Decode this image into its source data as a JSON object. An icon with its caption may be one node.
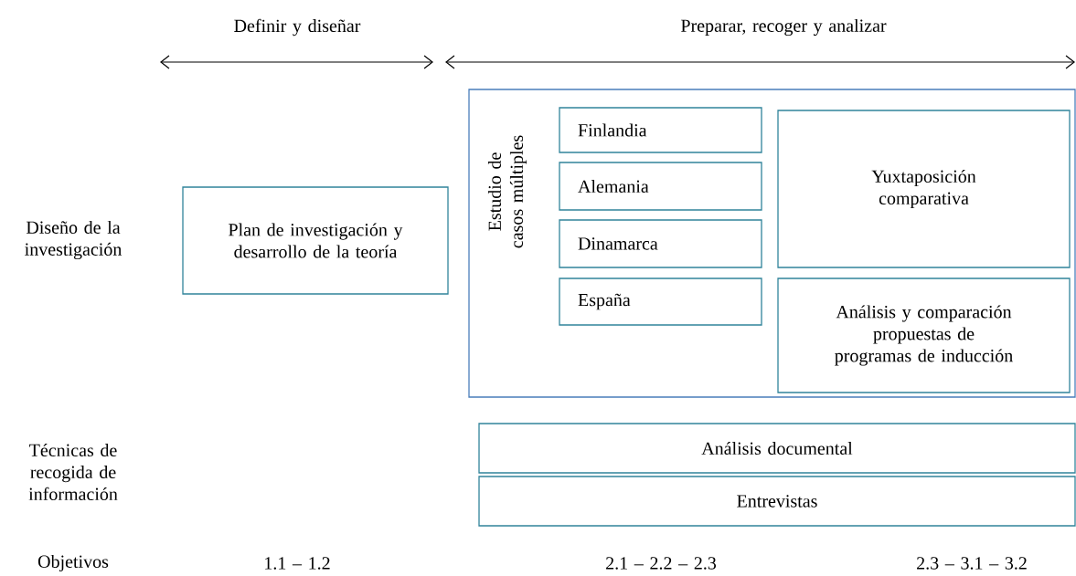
{
  "diagram": {
    "nodes": [
      {
        "text": [
          "Plan de investigación y desarrollo de la teoría"
        ]
      },
      {
        "text": [
          "Estudio de casos múltiples"
        ]
      },
      {
        "text": [
          "Finlandia"
        ],
        "in": 1
      },
      {
        "text": [
          "Alemania"
        ],
        "in": 1
      },
      {
        "text": [
          "Dinamarca"
        ],
        "in": 1
      },
      {
        "text": [
          "España"
        ],
        "in": 1
      },
      {
        "text": [
          "Yuxtaposición comparativa"
        ],
        "in": 1
      },
      {
        "text": [
          "Análisis y comparación propuestas de programas de inducción"
        ],
        "in": 1
      },
      {
        "text": [
          "Análisis documental"
        ]
      },
      {
        "text": [
          "Entrevistas"
        ]
      }
    ],
    "labels": [
      "Definir y diseñar",
      "Preparar, recoger y analizar",
      "Diseño de la investigación",
      "Técnicas de recogida de información",
      "Objetivos",
      "1.1 – 1.2",
      "2.1 – 2.2 – 2.3",
      "2.3 – 3.1 – 3.2"
    ]
  }
}
